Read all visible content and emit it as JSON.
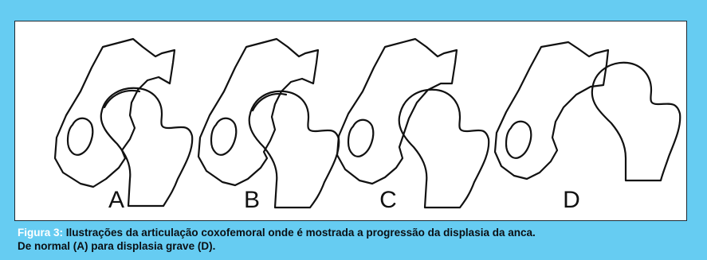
{
  "figure": {
    "labels": [
      "A",
      "B",
      "C",
      "D"
    ],
    "caption_label": "Figura 3:",
    "caption_line1": " Ilustrações da articulação coxofemoral onde é mostrada a progressão da displasia da anca.",
    "caption_line2": "De normal (A) para displasia grave (D)."
  }
}
